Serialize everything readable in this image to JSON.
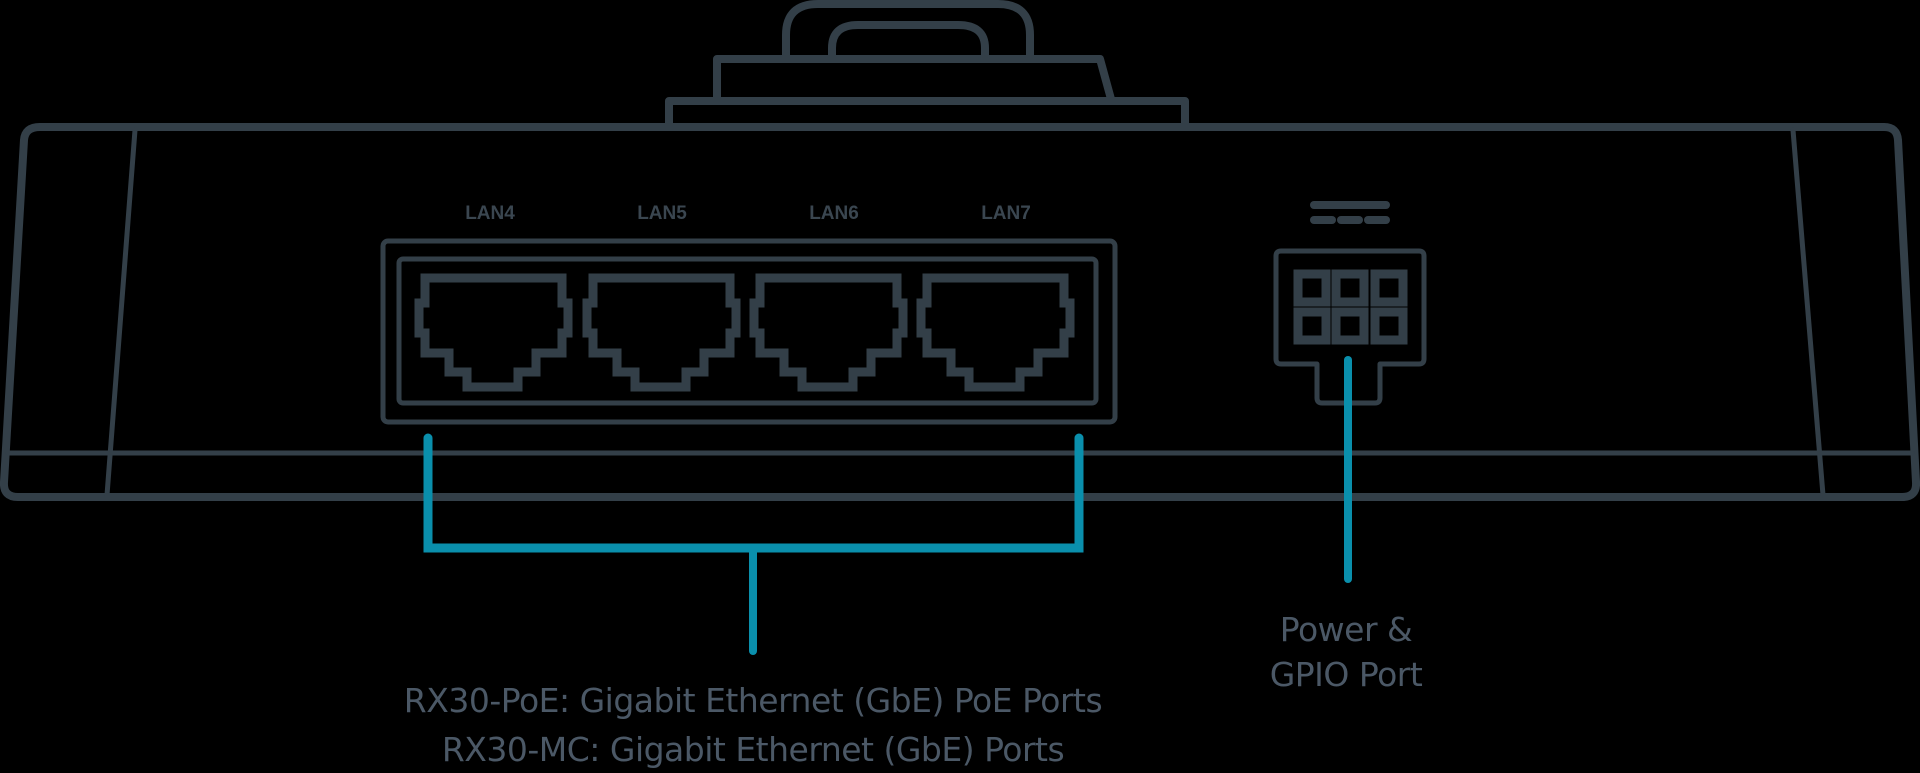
{
  "colors": {
    "outline": "#333f48",
    "accent": "#0a8fac",
    "label_text": "#3a4650",
    "caption_text": "#4b5866",
    "background": "#000000"
  },
  "ports": {
    "labels": [
      "LAN4",
      "LAN5",
      "LAN6",
      "LAN7"
    ]
  },
  "power_port": {
    "symbol": "dc-power-icon",
    "caption_line1": "Power &",
    "caption_line2": "GPIO Port"
  },
  "lan_caption": {
    "line1": "RX30-PoE: Gigabit Ethernet (GbE) PoE Ports",
    "line2": "RX30-MC: Gigabit Ethernet (GbE) Ports"
  }
}
